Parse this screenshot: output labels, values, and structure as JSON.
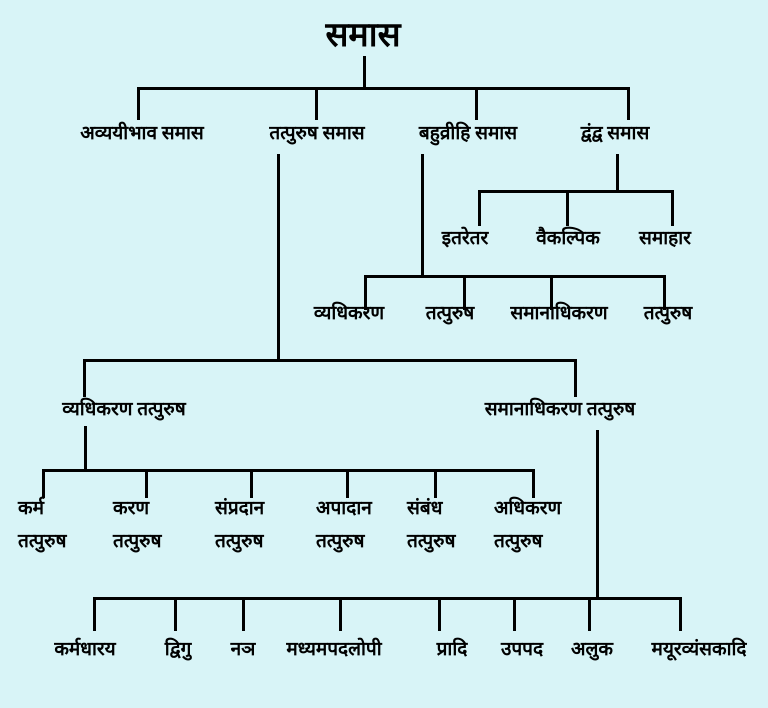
{
  "title": "समास",
  "colors": {
    "background": "#d8f4f7",
    "line": "#000000",
    "text": "#000000"
  },
  "level1": [
    "अव्ययीभाव समास",
    "तत्पुरुष समास",
    "बहुव्रीहि समास",
    "द्वंद्व समास"
  ],
  "dvandva_types": [
    "इतरेतर",
    "वैकल्पिक",
    "समाहार"
  ],
  "bahuvrihi_types": [
    "व्यधिकरण",
    "तत्पुरुष",
    "समानाधिकरण",
    "तत्पुरुष"
  ],
  "tatpurush_types": [
    "व्यधिकरण तत्पुरुष",
    "समानाधिकरण तत्पुरुष"
  ],
  "vyadhikarana_types": [
    {
      "l1": "कर्म",
      "l2": "तत्पुरुष"
    },
    {
      "l1": "करण",
      "l2": "तत्पुरुष"
    },
    {
      "l1": "संप्रदान",
      "l2": "तत्पुरुष"
    },
    {
      "l1": "अपादान",
      "l2": "तत्पुरुष"
    },
    {
      "l1": "संबंध",
      "l2": "तत्पुरुष"
    },
    {
      "l1": "अधिकरण",
      "l2": "तत्पुरुष"
    }
  ],
  "samanadhikarana_types": [
    "कर्मधारय",
    "द्विगु",
    "नञ",
    "मध्यमपदलोपी",
    "प्रादि",
    "उपपद",
    "अलुक",
    "मयूरव्यंसकादि"
  ]
}
